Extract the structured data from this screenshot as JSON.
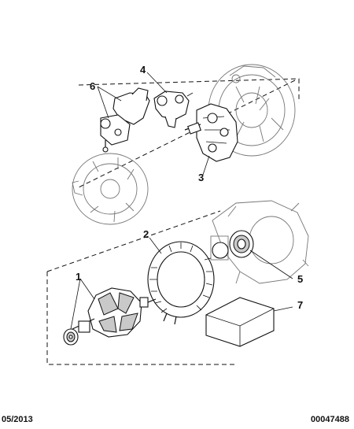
{
  "diagram": {
    "callouts": {
      "c1": "1",
      "c2": "2",
      "c3": "3",
      "c4": "4",
      "c5": "5",
      "c6": "6",
      "c7": "7"
    },
    "footer": {
      "date": "05/2013",
      "reference": "00047488"
    }
  }
}
